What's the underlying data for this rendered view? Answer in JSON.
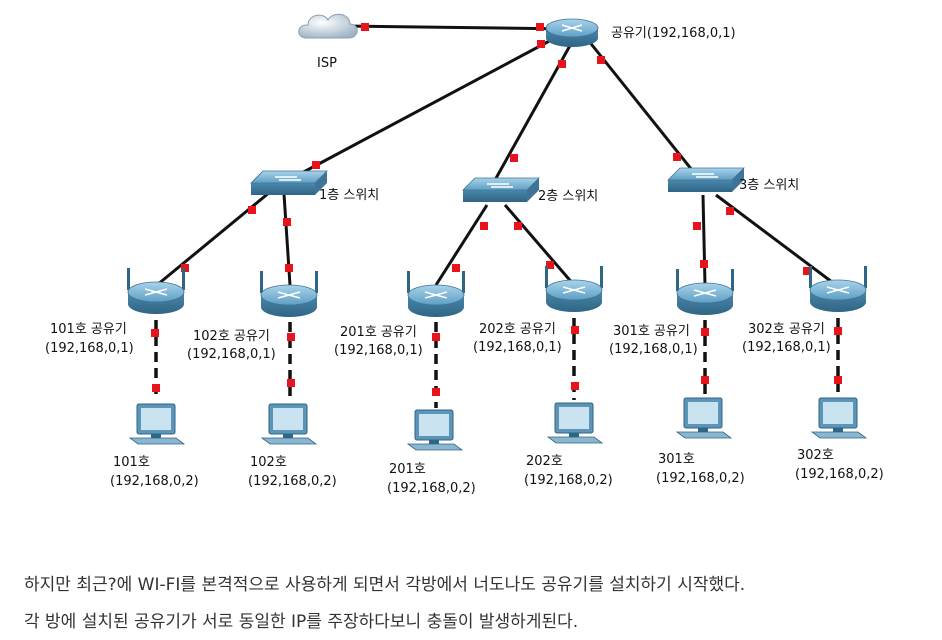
{
  "diagram": {
    "isp": "ISP",
    "main_router": "공유기(192,168,0,1)",
    "switches": [
      "1층 스위치",
      "2층 스위치",
      "3층 스위치"
    ],
    "routers": [
      {
        "name": "101호 공유기",
        "ip": "(192,168,0,1)"
      },
      {
        "name": "102호 공유기",
        "ip": "(192,168,0,1)"
      },
      {
        "name": "201호 공유기",
        "ip": "(192,168,0,1)"
      },
      {
        "name": "202호 공유기",
        "ip": "(192,168,0,1)"
      },
      {
        "name": "301호 공유기",
        "ip": "(192,168,0,1)"
      },
      {
        "name": "302호 공유기",
        "ip": "(192,168,0,1)"
      }
    ],
    "pcs": [
      {
        "name": "101호",
        "ip": "(192,168,0,2)"
      },
      {
        "name": "102호",
        "ip": "(192,168,0,2)"
      },
      {
        "name": "201호",
        "ip": "(192,168,0,2)"
      },
      {
        "name": "202호",
        "ip": "(192,168,0,2)"
      },
      {
        "name": "301호",
        "ip": "(192,168,0,2)"
      },
      {
        "name": "302호",
        "ip": "(192,168,0,2)"
      }
    ]
  },
  "text": {
    "line1": "하지만 최근?에 WI-FI를 본격적으로 사용하게 되면서 각방에서 너도나도 공유기를 설치하기 시작했다.",
    "line2": "각 방에 설치된 공유기가 서로 동일한 IP를 주장하다보니 충돌이 발생하게된다."
  },
  "colors": {
    "link": "#111111",
    "connector": "#e8141c",
    "device": "#4e8fb3",
    "text": "#333333"
  }
}
